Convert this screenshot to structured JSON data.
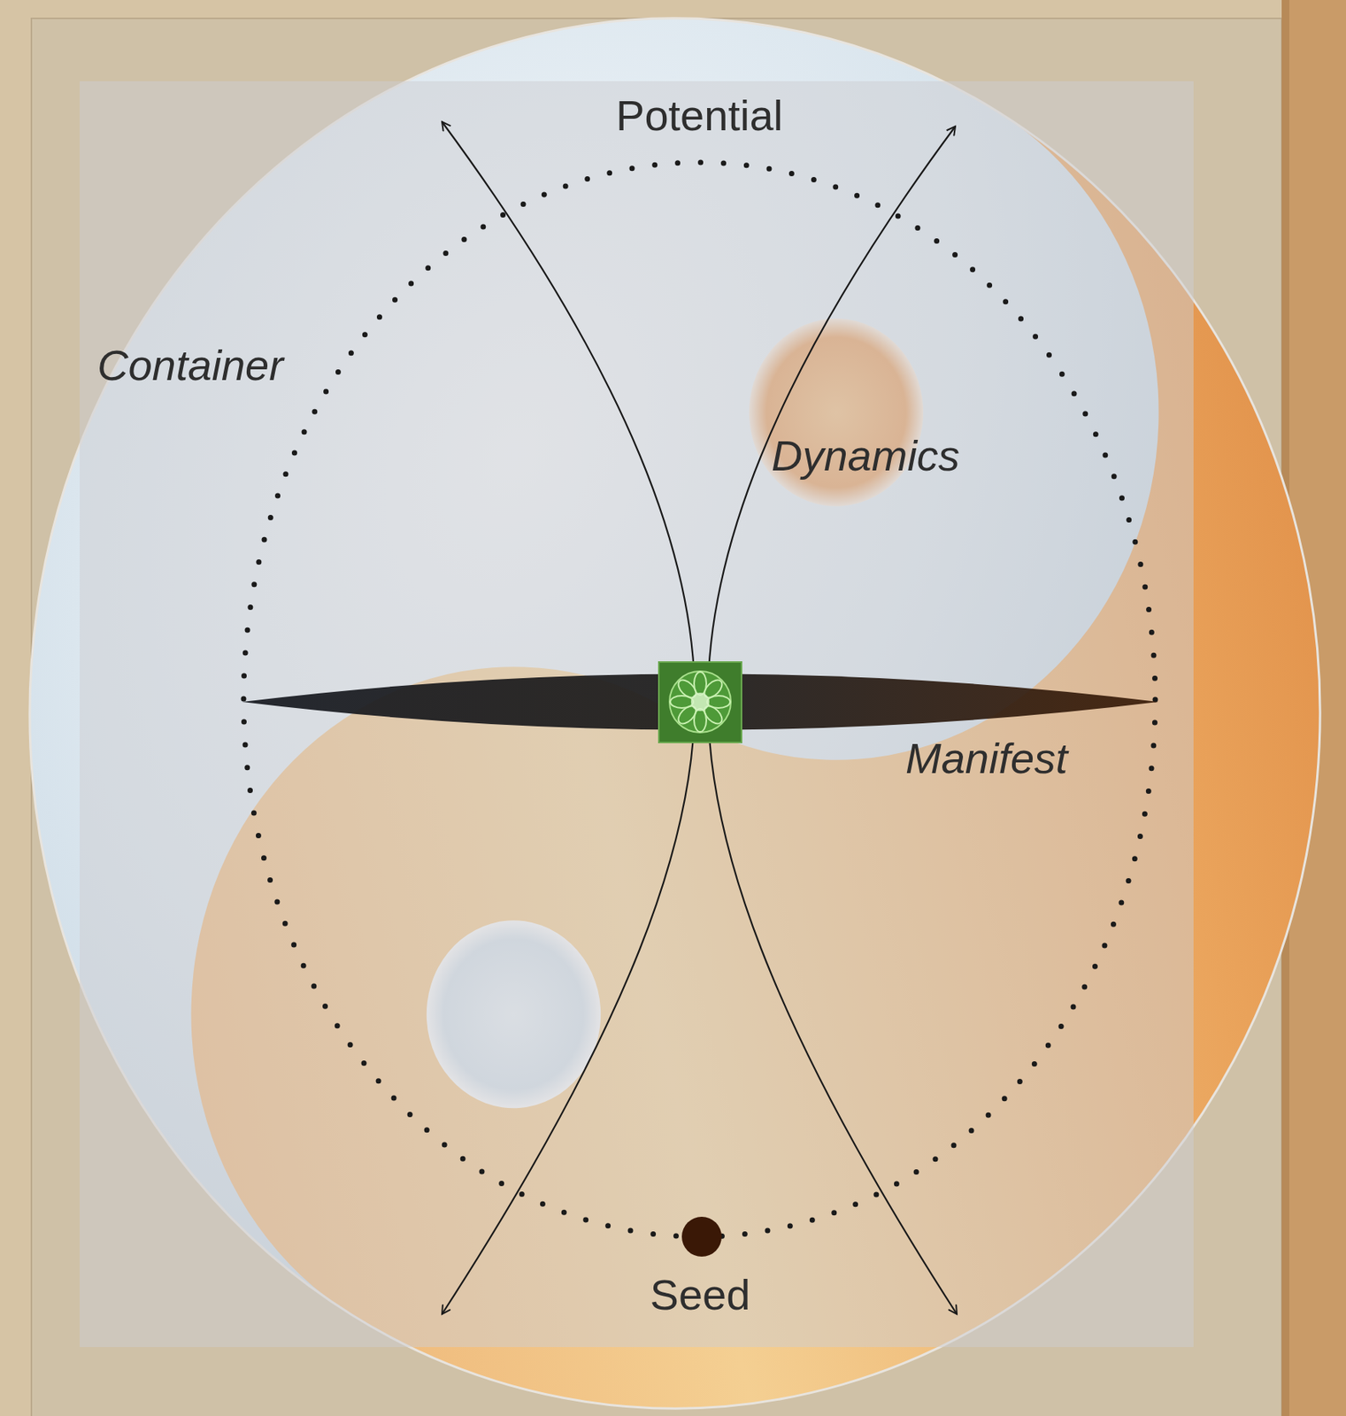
{
  "diagram": {
    "labels": [
      "Potential",
      "Container",
      "Dynamics",
      "Manifest",
      "Seed"
    ]
  }
}
